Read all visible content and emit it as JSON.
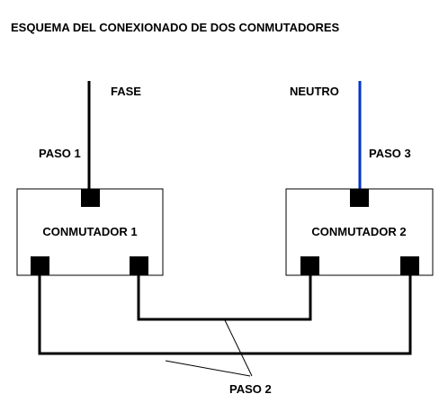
{
  "title": "ESQUEMA DEL CONEXIONADO DE DOS CONMUTADORES",
  "labels": {
    "fase": "FASE",
    "neutro": "NEUTRO",
    "paso1": "PASO 1",
    "paso2": "PASO 2",
    "paso3": "PASO 3"
  },
  "switches": {
    "sw1": "CONMUTADOR 1",
    "sw2": "CONMUTADOR 2"
  },
  "colors": {
    "wire": "#000000",
    "neutral_wire": "#0033cc",
    "box_border": "#000000",
    "terminal": "#000000"
  }
}
